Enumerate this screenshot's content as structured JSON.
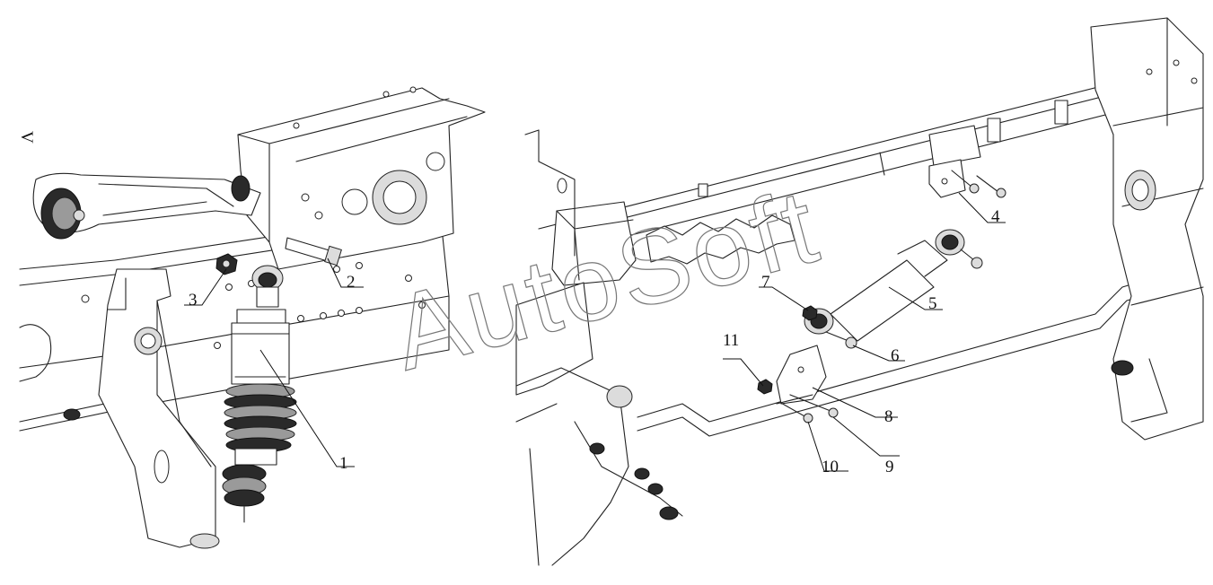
{
  "watermark": "AutoSoft",
  "edge_mark": "V",
  "labels": {
    "l1": "1",
    "l2": "2",
    "l3": "3",
    "l4": "4",
    "l5": "5",
    "l6": "6",
    "l7": "7",
    "l8": "8",
    "l9": "9",
    "l10": "10",
    "l11": "11"
  }
}
